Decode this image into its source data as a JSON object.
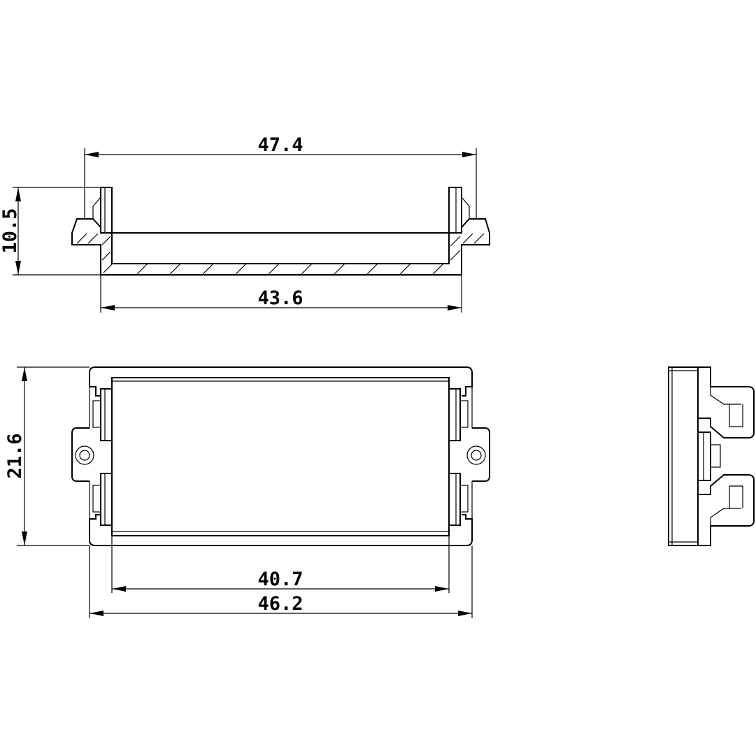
{
  "drawing": {
    "dimensions": {
      "top_width": "47.4",
      "bottom_width": "43.6",
      "height": "10.5",
      "front_height": "21.6",
      "inner_width": "40.7",
      "outer_width": "46.2"
    }
  }
}
